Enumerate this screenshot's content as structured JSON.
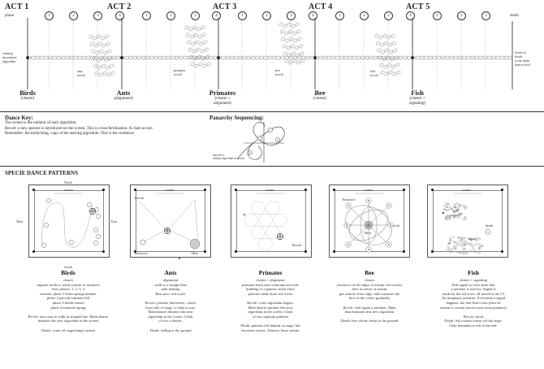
{
  "acts": [
    "ACT 1",
    "ACT 2",
    "ACT 3",
    "ACT 4",
    "ACT 5"
  ],
  "phase_label": "phase",
  "phase_numbers": [
    "1",
    "2",
    "3",
    "4"
  ],
  "death_label": "death",
  "start_label": "starting\nmovement\nalgorithm",
  "finish_label": "finish at\ndeath\n(only main\ndancer left)",
  "revolts": [
    "ants\nrevolt",
    "primates\nrevolt",
    "bee\nrevolt",
    "fish\nrevolt"
  ],
  "animals": [
    {
      "name": "Birds",
      "sub": "(cluster)"
    },
    {
      "name": "Ants",
      "sub": "(alignment)"
    },
    {
      "name": "Primates",
      "sub": "(cluster +\nalignment)"
    },
    {
      "name": "Bee",
      "sub": "(cluster)"
    },
    {
      "name": "Fish",
      "sub": "(cluster +\nsignaling)"
    }
  ],
  "dance_key": {
    "title": "Dance Key:",
    "lines": [
      "The screen is the initiator of each algorithm.",
      "Revolt: a new species is introduced on the screen. This is cross-fertilisation. A clash occurs",
      "Remember: the mimicking, copy of the starting algorithm. This is the resilience"
    ]
  },
  "panarchy": {
    "title": "Panarchy Sequencing:",
    "start": "start here:\ninitiate algorithm in screen"
  },
  "patterns_title": "SPECIE DANCE PATTERNS",
  "boxes": {
    "screen": "screen",
    "north": "North",
    "south": "South",
    "west": "West",
    "east": "East",
    "revolt": "Revolt",
    "resource": "Resource",
    "hive": "Hive",
    "signal": "signal",
    "death": "death"
  },
  "captions": [
    {
      "name": "Birds",
      "lines": [
        "cluster",
        "migrate north to south (winter to summer)",
        "flow phases: 1, 2, 3, 4",
        "seasons: phase 1-birth-spring/summer",
        "phase 2-growth-summer/fall",
        "phase 3-death-winter",
        "phase 4-renewal-spring",
        "",
        "Revolt: ants start to walk in straight line. Main dancer",
        "initiates this new algorithm in the screen",
        "",
        "Death: come off stage/empty atrium"
      ]
    },
    {
      "name": "Ants",
      "lines": [
        "alignment",
        "walk in a straight line",
        "path making",
        "Resource: red scarfs",
        "",
        "Revolt: primate intervenes, comes",
        "from side of stage, a clash occurs.",
        "Main dancer initiates this new",
        "algorithm in the screen. Clash",
        "of two colonies.",
        "",
        "Death: falling to the ground"
      ]
    },
    {
      "name": "Primates",
      "lines": [
        "cluster + alignment",
        "primates learn and communicate tools",
        "building of a pattern on the floor",
        "patterns made from red scarfs",
        "",
        "Revolt: a bee algorithm begins.",
        "Main dancer initiates this new",
        "algorithm in the screen. Clash",
        "of two separate patterns",
        "",
        "Death: patterns left behind on stage, but",
        "becomes a mess. Dancers leave atrium"
      ]
    },
    {
      "name": "Bee",
      "lines": [
        "cluster",
        "resources on all edges of atrium /red scarfs)",
        "hive at centre of atrium",
        "get sources from edge, and construct the",
        "hive in the centre gradually",
        "",
        "Revolt: fish signal a predator. Main",
        "danceinitiates this new algorithm",
        "",
        "Death: bee colony drops to the ground"
      ]
    },
    {
      "name": "Fish",
      "lines": [
        "cluster + signaling",
        "Fish signal to each other that",
        "a predator is near by. Signal is",
        "made by the red scarf, all mixed in air (?)",
        "An imaginary predator. Everytime a signal",
        "happens, the fish find a new place in",
        "atrium to swarm (move away from predator)",
        "",
        "Revolt: (non)",
        "Death: fish swarm comes off the stage.",
        "Only maindancer left at the end."
      ]
    }
  ]
}
